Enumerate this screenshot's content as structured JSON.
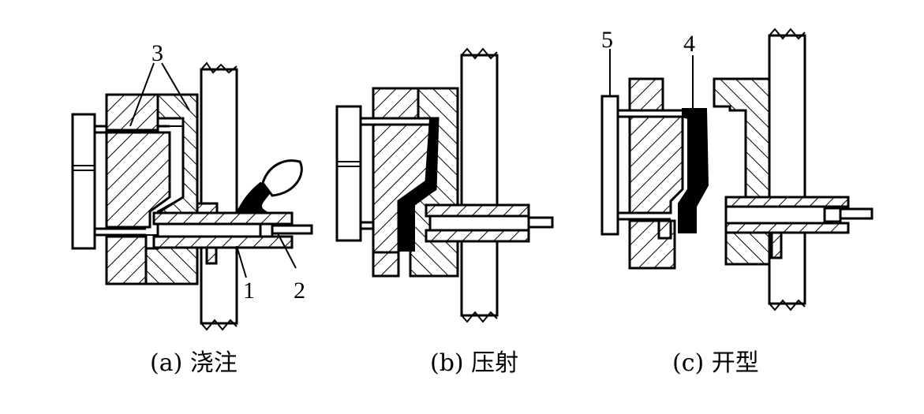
{
  "panels": [
    {
      "id": "a",
      "caption": "(a) 浇注"
    },
    {
      "id": "b",
      "caption": "(b) 压射"
    },
    {
      "id": "c",
      "caption": "(c) 开型"
    }
  ],
  "callouts": {
    "part1": "1",
    "part2": "2",
    "part3": "3",
    "part4": "4",
    "part5": "5"
  }
}
